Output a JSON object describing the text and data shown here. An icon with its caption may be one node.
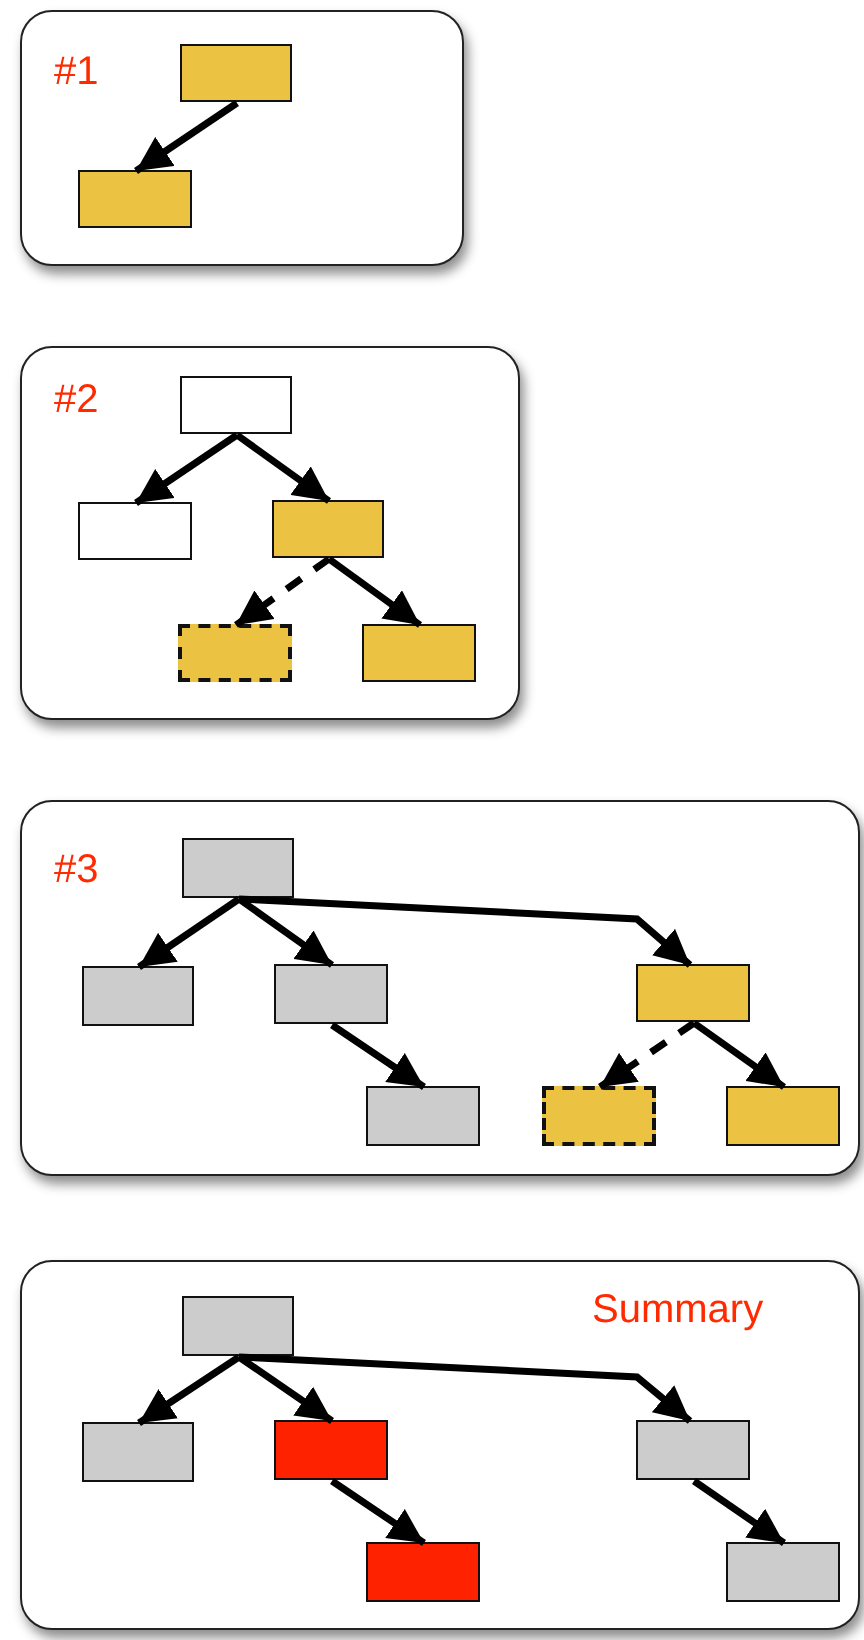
{
  "diagram": {
    "nodes": [
      {
        "text": [
          "#1"
        ]
      },
      {
        "text": [],
        "shape": "box",
        "in": 0
      },
      {
        "text": [],
        "shape": "box",
        "in": 0
      },
      {
        "text": [
          "#2"
        ]
      },
      {
        "text": [],
        "shape": "box",
        "in": 3
      },
      {
        "text": [],
        "shape": "box",
        "in": 3
      },
      {
        "text": [],
        "shape": "box",
        "in": 3
      },
      {
        "text": [],
        "shape": "box",
        "in": 3
      },
      {
        "text": [],
        "shape": "box",
        "in": 3
      },
      {
        "text": [
          "#3"
        ]
      },
      {
        "text": [],
        "shape": "box",
        "in": 9
      },
      {
        "text": [],
        "shape": "box",
        "in": 9
      },
      {
        "text": [],
        "shape": "box",
        "in": 9
      },
      {
        "text": [],
        "shape": "box",
        "in": 9
      },
      {
        "text": [],
        "shape": "box",
        "in": 9
      },
      {
        "text": [],
        "shape": "box",
        "in": 9
      },
      {
        "text": [],
        "shape": "box",
        "in": 9
      },
      {
        "text": [
          "Summary"
        ]
      },
      {
        "text": [],
        "shape": "box",
        "in": 17
      },
      {
        "text": [],
        "shape": "box",
        "in": 17
      },
      {
        "text": [],
        "shape": "box",
        "in": 17
      },
      {
        "text": [],
        "shape": "box",
        "in": 17
      },
      {
        "text": [],
        "shape": "box",
        "in": 17
      },
      {
        "text": [],
        "shape": "box",
        "in": 17
      }
    ],
    "edges": [
      {
        "from": 1,
        "to": 2,
        "arrow": "to"
      },
      {
        "from": 4,
        "to": 5,
        "arrow": "to"
      },
      {
        "from": 4,
        "to": 6,
        "arrow": "to"
      },
      {
        "from": 6,
        "to": 7,
        "arrow": "to",
        "style": "dashed"
      },
      {
        "from": 6,
        "to": 8,
        "arrow": "to"
      },
      {
        "from": 10,
        "to": 11,
        "arrow": "to"
      },
      {
        "from": 10,
        "to": 12,
        "arrow": "to"
      },
      {
        "from": 10,
        "to": 14,
        "arrow": "to"
      },
      {
        "from": 12,
        "to": 13,
        "arrow": "to"
      },
      {
        "from": 14,
        "to": 15,
        "arrow": "to",
        "style": "dashed"
      },
      {
        "from": 14,
        "to": 16,
        "arrow": "to"
      },
      {
        "from": 18,
        "to": 19,
        "arrow": "to"
      },
      {
        "from": 18,
        "to": 20,
        "arrow": "to"
      },
      {
        "from": 18,
        "to": 22,
        "arrow": "to"
      },
      {
        "from": 20,
        "to": 21,
        "arrow": "to"
      },
      {
        "from": 22,
        "to": 23,
        "arrow": "to"
      }
    ]
  }
}
